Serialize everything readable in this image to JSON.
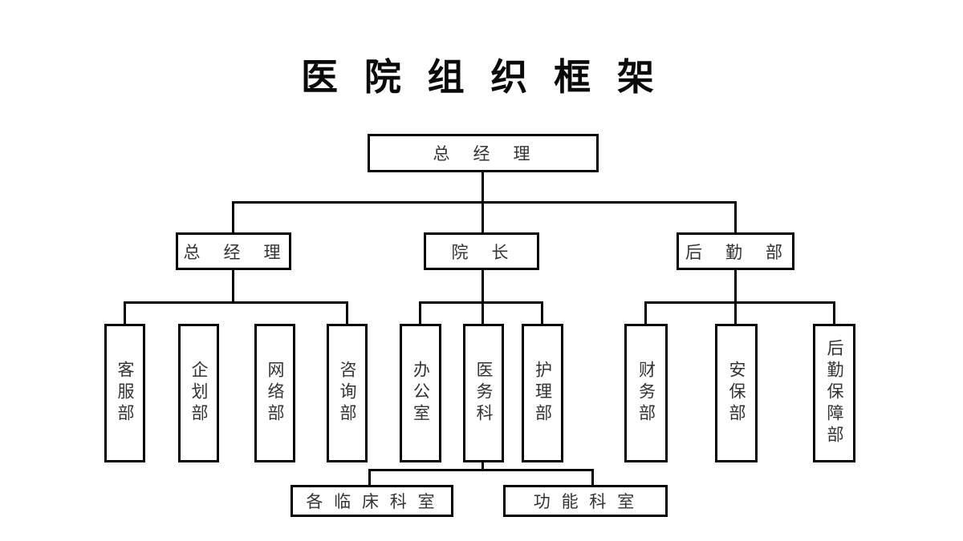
{
  "title": "医 院 组 织 框 架",
  "colors": {
    "background": "#ffffff",
    "line": "#000000",
    "node_border": "#000000",
    "node_text": "#333333",
    "title_text": "#0a0a0a"
  },
  "org": {
    "root": {
      "label": "总　经　理"
    },
    "level2": [
      {
        "label": "总　经　理"
      },
      {
        "label": "院　长"
      },
      {
        "label": "后　勤　部"
      }
    ],
    "level3": {
      "group1": [
        {
          "label": "客服部"
        },
        {
          "label": "企划部"
        },
        {
          "label": "网络部"
        },
        {
          "label": "咨询部"
        }
      ],
      "group2": [
        {
          "label": "办公室"
        },
        {
          "label": "医务科"
        },
        {
          "label": "护理部"
        }
      ],
      "group3": [
        {
          "label": "财务部"
        },
        {
          "label": "安保部"
        },
        {
          "label": "后勤保障部"
        }
      ]
    },
    "level4": [
      {
        "label": "各 临 床 科 室"
      },
      {
        "label": "功 能 科 室"
      }
    ]
  }
}
